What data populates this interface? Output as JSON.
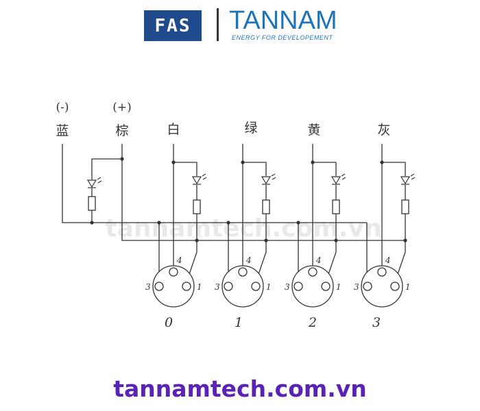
{
  "header": {
    "logo_text": "FAS",
    "brand": "TANNAM",
    "tagline": "ENERGY FOR DEVELOPEMENT"
  },
  "diagram": {
    "polarity_labels": [
      "(-)",
      "(+)"
    ],
    "wire_labels": [
      "蓝",
      "棕",
      "白",
      "绿",
      "黄",
      "灰"
    ],
    "pin_labels": [
      "4",
      "3",
      "1"
    ],
    "connector_numbers": [
      "0",
      "1",
      "2",
      "3"
    ],
    "watermark": "tannamtech.com.vn"
  },
  "footer": {
    "website": "tannamtech.com.vn"
  },
  "colors": {
    "brand_blue": "#1f73b7",
    "logo_bg": "#1f4a8c",
    "footer_purple": "#5b23b5",
    "line": "#333333"
  }
}
